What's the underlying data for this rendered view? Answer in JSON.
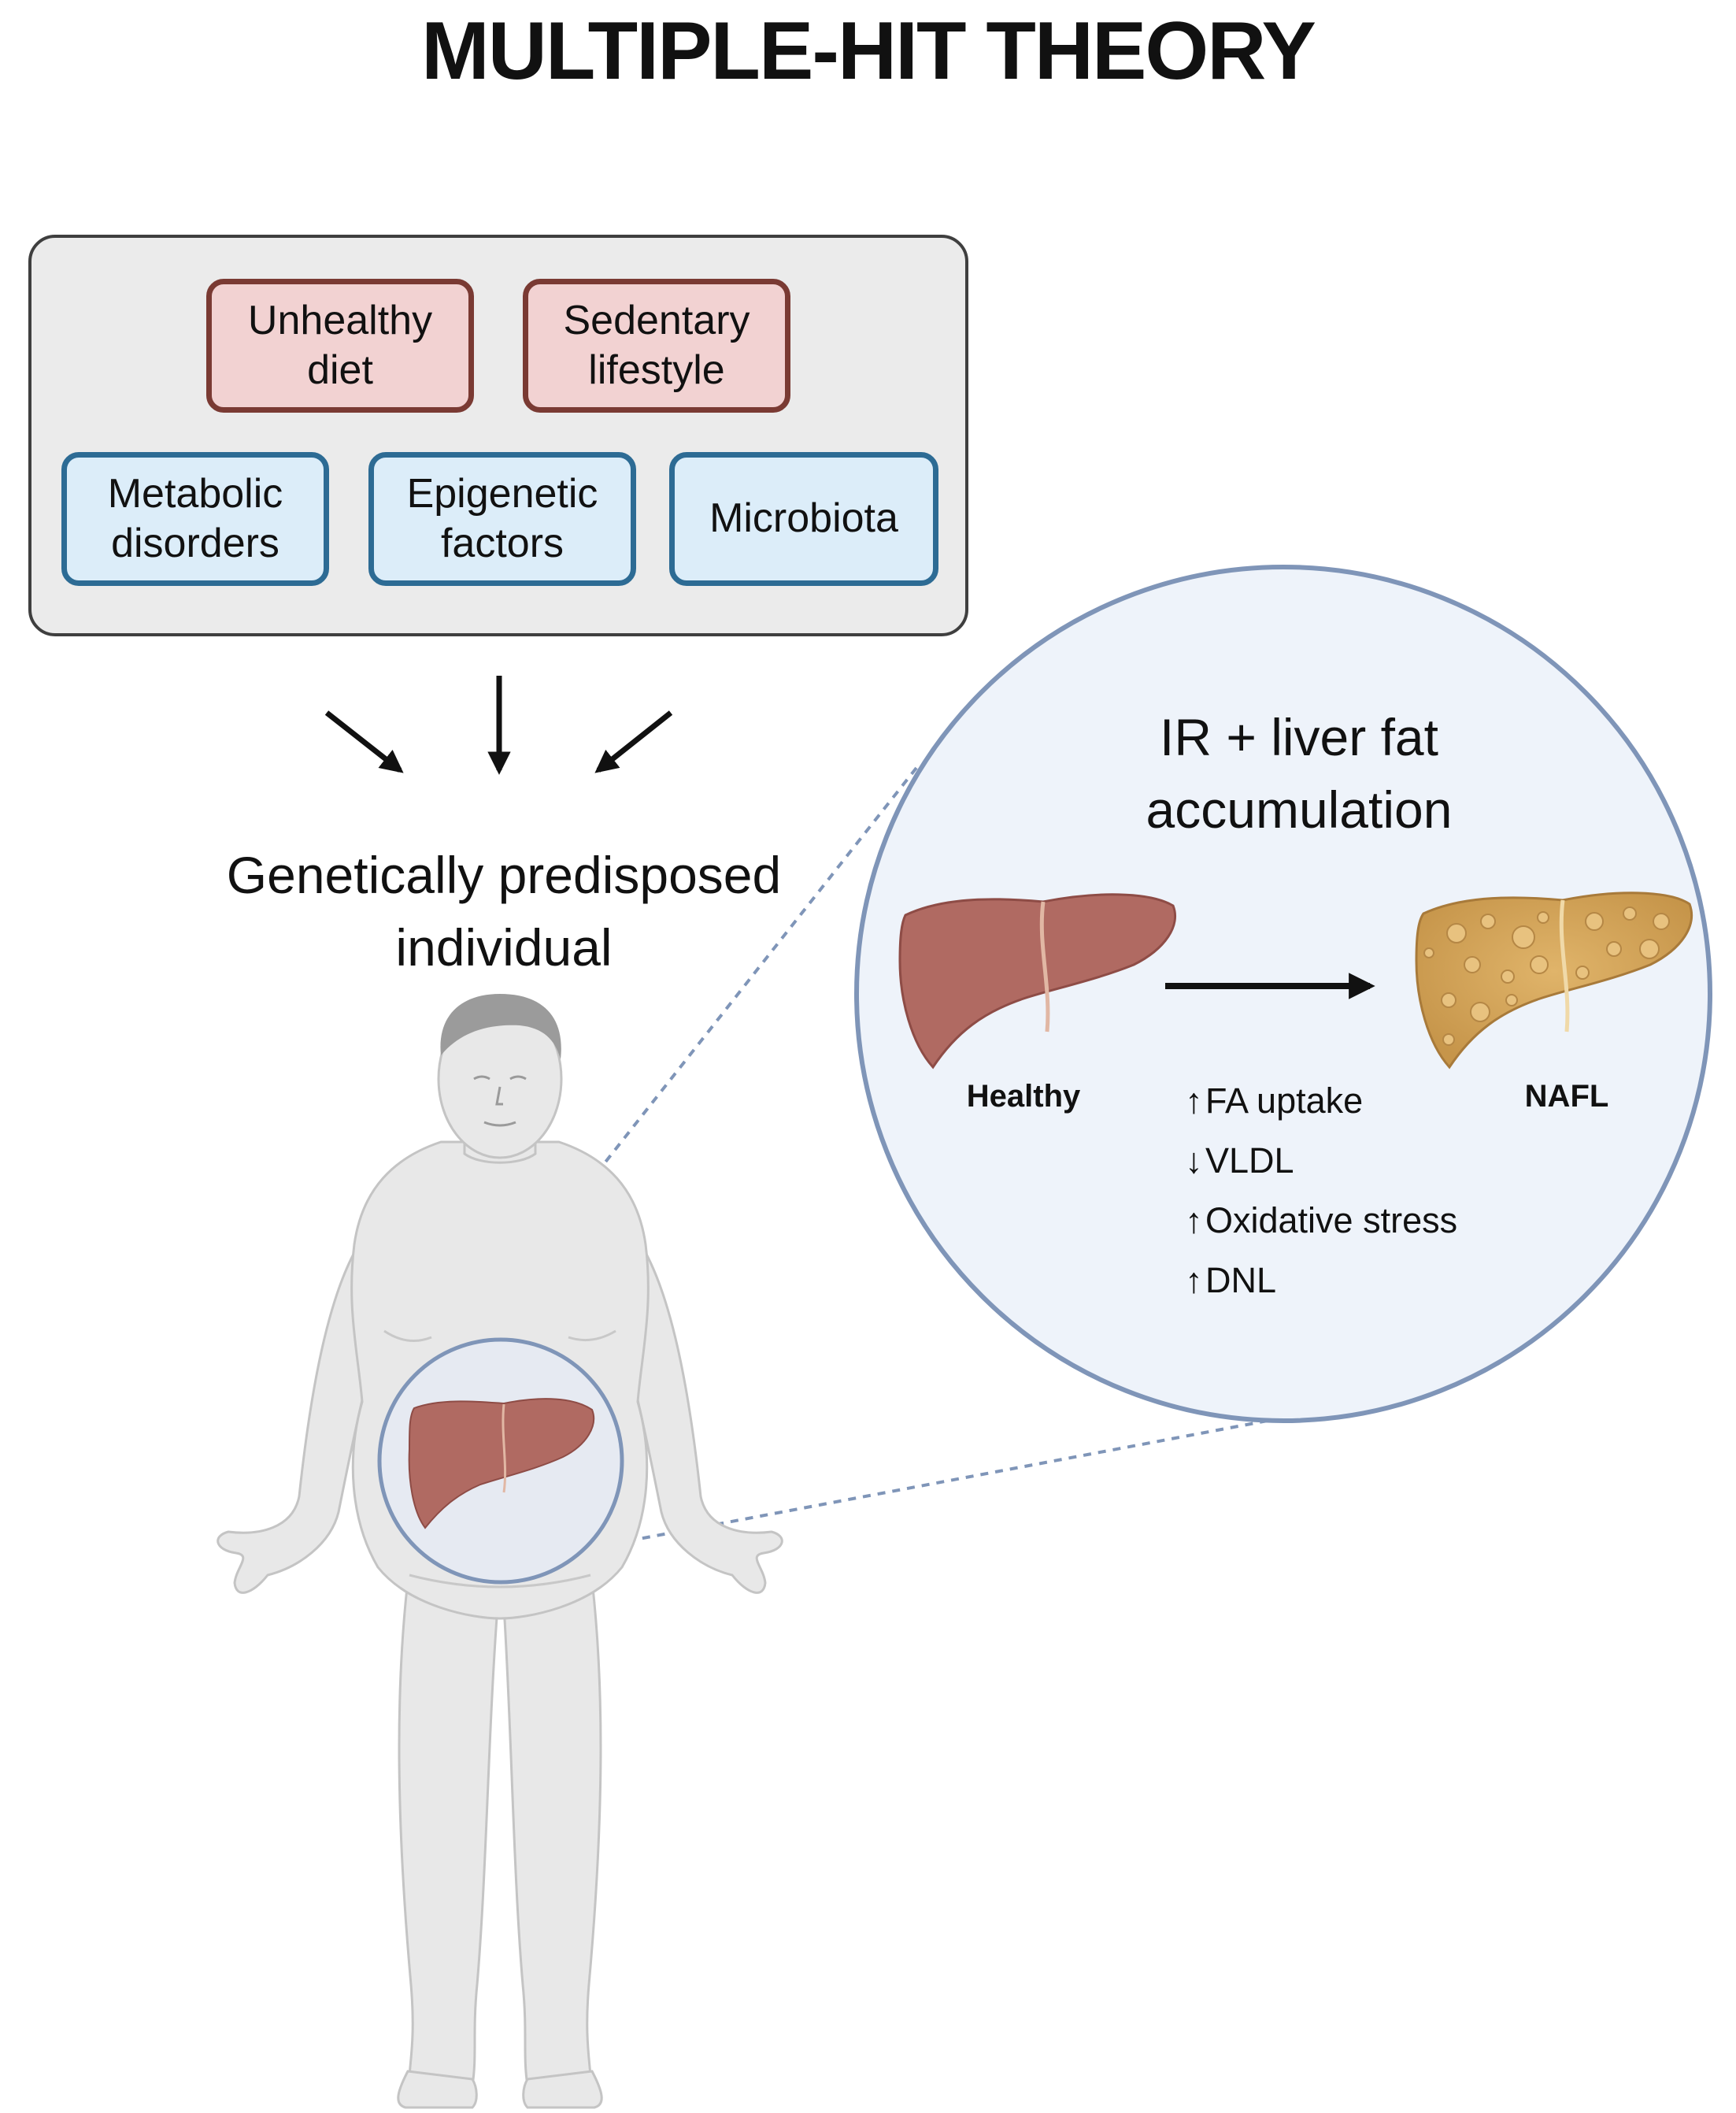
{
  "title": "MULTIPLE-HIT THEORY",
  "factors": [
    {
      "id": "unhealthy-diet",
      "label": "Unhealthy\ndiet",
      "group": "lifestyle"
    },
    {
      "id": "sedentary-lifestyle",
      "label": "Sedentary\nlifestyle",
      "group": "lifestyle"
    },
    {
      "id": "metabolic-disorders",
      "label": "Metabolic\ndisorders",
      "group": "biological"
    },
    {
      "id": "epigenetic-factors",
      "label": "Epigenetic\nfactors",
      "group": "biological"
    },
    {
      "id": "microbiota",
      "label": "Microbiota",
      "group": "biological"
    }
  ],
  "subject_label": "Genetically predisposed\nindividual",
  "zoom": {
    "title": "IR + liver fat\naccumulation",
    "healthy_label": "Healthy",
    "nafl_label": "NAFL",
    "changes": [
      {
        "direction": "up",
        "label": "FA uptake"
      },
      {
        "direction": "down",
        "label": "VLDL"
      },
      {
        "direction": "up",
        "label": "Oxidative stress"
      },
      {
        "direction": "up",
        "label": "DNL"
      }
    ]
  },
  "colors": {
    "lifestyle_fill": "#f2d2d2",
    "lifestyle_border": "#7a3a33",
    "biological_fill": "#dcedf9",
    "biological_border": "#2d6b94",
    "panel_fill": "#ebebeb",
    "zoom_fill": "#eef3fa",
    "zoom_border": "#7f95b8",
    "healthy_liver": "#b06a62",
    "fatty_liver": "#d2a65c",
    "body_fill": "#e8e8e8"
  }
}
